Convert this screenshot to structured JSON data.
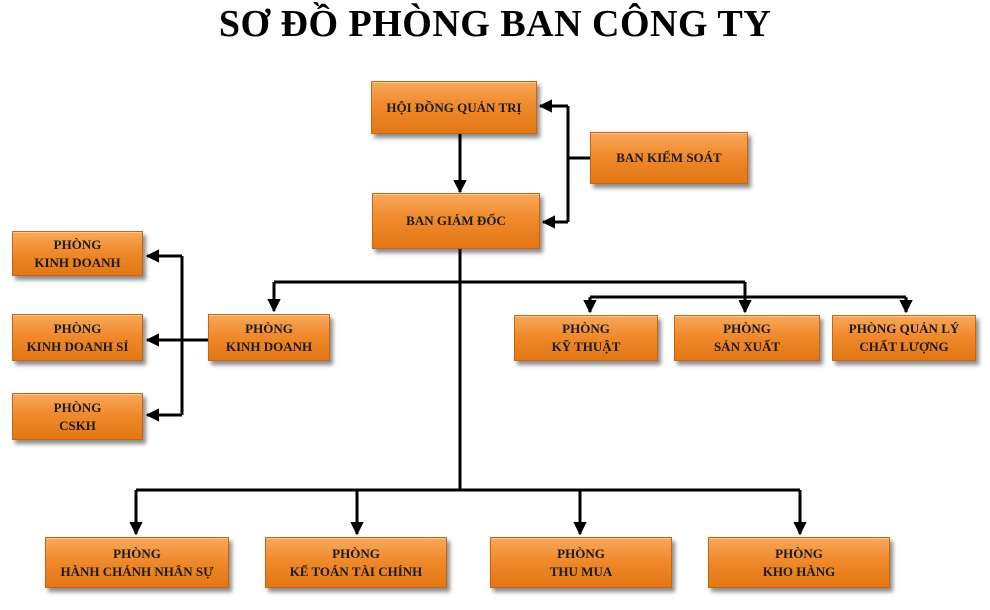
{
  "title": "SƠ ĐỒ PHÒNG BAN CÔNG TY",
  "colors": {
    "box_fill": "#f08a2c",
    "box_border": "#c96510",
    "connector": "#000000"
  },
  "nodes": {
    "hdqt": {
      "line1": "HỘI ĐỒNG QUẢN TRỊ"
    },
    "bks": {
      "line1": "BAN KIỂM SOÁT"
    },
    "bgd": {
      "line1": "BAN GIÁM ĐỐC"
    },
    "pkd_main": {
      "line1": "PHÒNG",
      "line2": "KINH DOANH"
    },
    "pkd_left": {
      "line1": "PHÒNG",
      "line2": "KINH DOANH"
    },
    "pkd_si": {
      "line1": "PHÒNG",
      "line2": "KINH DOANH SỈ"
    },
    "cskh": {
      "line1": "PHÒNG",
      "line2": "CSKH"
    },
    "kythuat": {
      "line1": "PHÒNG",
      "line2": "KỸ THUẬT"
    },
    "sanxuat": {
      "line1": "PHÒNG",
      "line2": "SẢN XUẤT"
    },
    "qlcl": {
      "line1": "PHÒNG QUẢN LÝ",
      "line2": "CHẤT LƯỢNG"
    },
    "hcns": {
      "line1": "PHÒNG",
      "line2": "HÀNH CHÁNH NHÂN SỰ"
    },
    "ketoan": {
      "line1": "PHÒNG",
      "line2": "KẾ TOÁN TÀI CHÍNH"
    },
    "thumua": {
      "line1": "PHÒNG",
      "line2": "THU MUA"
    },
    "khohang": {
      "line1": "PHÒNG",
      "line2": "KHO HÀNG"
    }
  }
}
